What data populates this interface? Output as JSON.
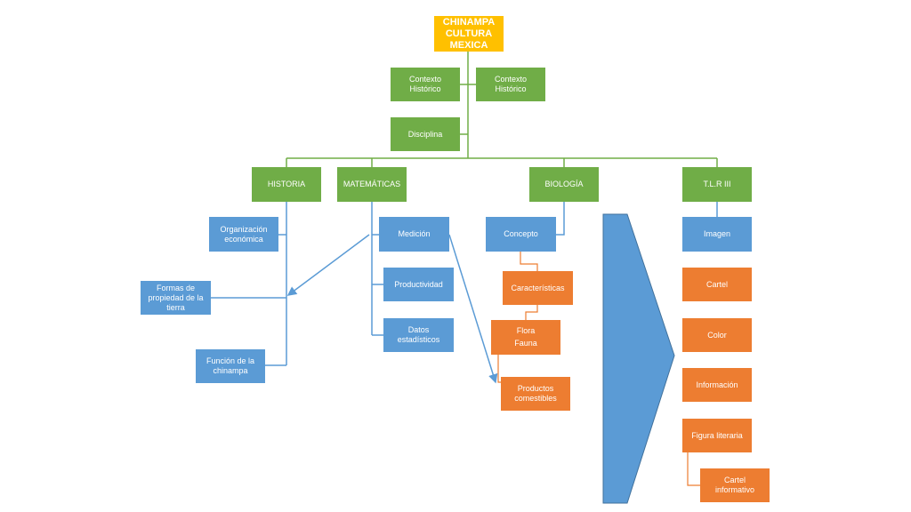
{
  "nodes": {
    "root": "CHINAMPA CULTURA MEXICA",
    "contexto_1": "Contexto Histórico",
    "contexto_2": "Contexto Histórico",
    "disciplina": "Disciplina",
    "historia": "HISTORIA",
    "matematicas": "MATEMÁTICAS",
    "biologia": "BIOLOGÍA",
    "tlr": "T.L.R III",
    "organizacion": "Organización económica",
    "formas": "Formas de propiedad de la tierra",
    "funcion": "Función de la chinampa",
    "medicion": "Medición",
    "productividad": "Productividad",
    "datos": "Datos estadísticos",
    "concepto": "Concepto",
    "caracteristicas": "Características",
    "flora": "Flora",
    "fauna": "Fauna",
    "productos": "Productos comestibles",
    "imagen": "Imagen",
    "cartel": "Cartel",
    "color": "Color",
    "informacion": "Información",
    "figura": "Figura literaria",
    "cartel_informativo": "Cartel informativo"
  },
  "colors": {
    "green": "#70ad47",
    "blue": "#5b9bd5",
    "orange": "#ed7d31",
    "gold": "#ffc000"
  }
}
